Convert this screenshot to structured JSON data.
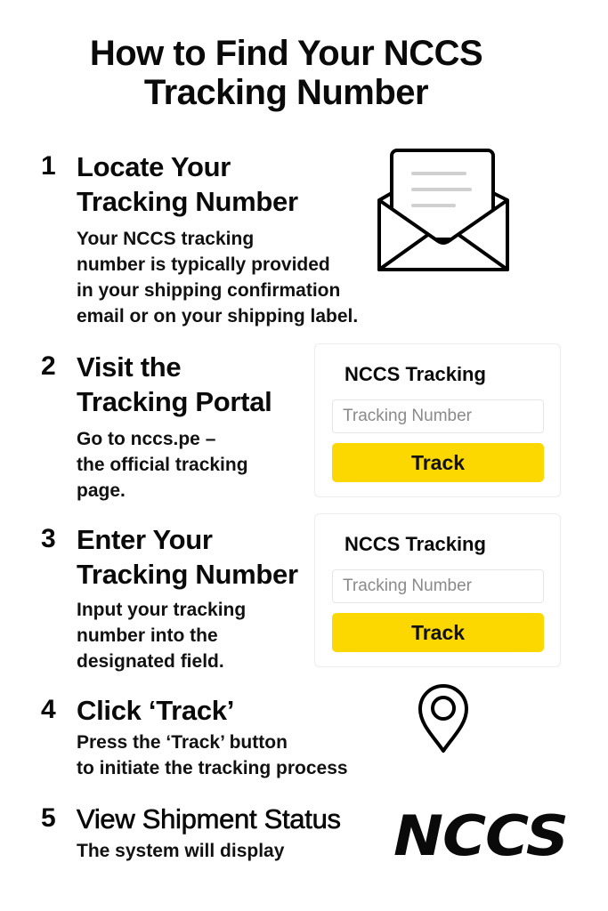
{
  "title": {
    "line1": "How to Find Your NCCS",
    "line2": "Tracking Number"
  },
  "steps": [
    {
      "number": "1",
      "heading_lines": [
        "Locate Your",
        "Tracking Number"
      ],
      "description_lines": [
        "Your NCCS tracking",
        "number is typically provided",
        "in your shipping confirmation",
        "email or on your shipping label."
      ],
      "icon": "envelope-open-letter-icon"
    },
    {
      "number": "2",
      "heading_lines": [
        "Visit the",
        "Tracking Portal"
      ],
      "description_lines": [
        "Go to nccs.pe –",
        "the official tracking",
        "page."
      ],
      "widget": {
        "title": "NCCS Tracking",
        "input_placeholder": "Tracking Number",
        "input_value": "",
        "button_label": "Track"
      }
    },
    {
      "number": "3",
      "heading_lines": [
        "Enter Your",
        "Tracking Number"
      ],
      "description_lines": [
        "Input your tracking",
        "number into the",
        "designated field."
      ],
      "widget": {
        "title": "NCCS Tracking",
        "input_placeholder": "Tracking Number",
        "input_value": "",
        "button_label": "Track"
      }
    },
    {
      "number": "4",
      "heading_lines": [
        "Click ‘Track’"
      ],
      "description_lines": [
        "Press the ‘Track’ button",
        "to initiate the tracking process"
      ],
      "icon": "map-pin-icon"
    },
    {
      "number": "5",
      "heading_lines": [
        "View Shipment Status"
      ],
      "description_lines": [
        "The system will display"
      ]
    }
  ],
  "logo": {
    "text": "NCCS"
  },
  "colors": {
    "accent_yellow": "#fcd800",
    "text": "#0a0a0a",
    "placeholder": "#8a8a8a",
    "card_border": "#ececec",
    "letter_lines": "#d0d0d0"
  }
}
